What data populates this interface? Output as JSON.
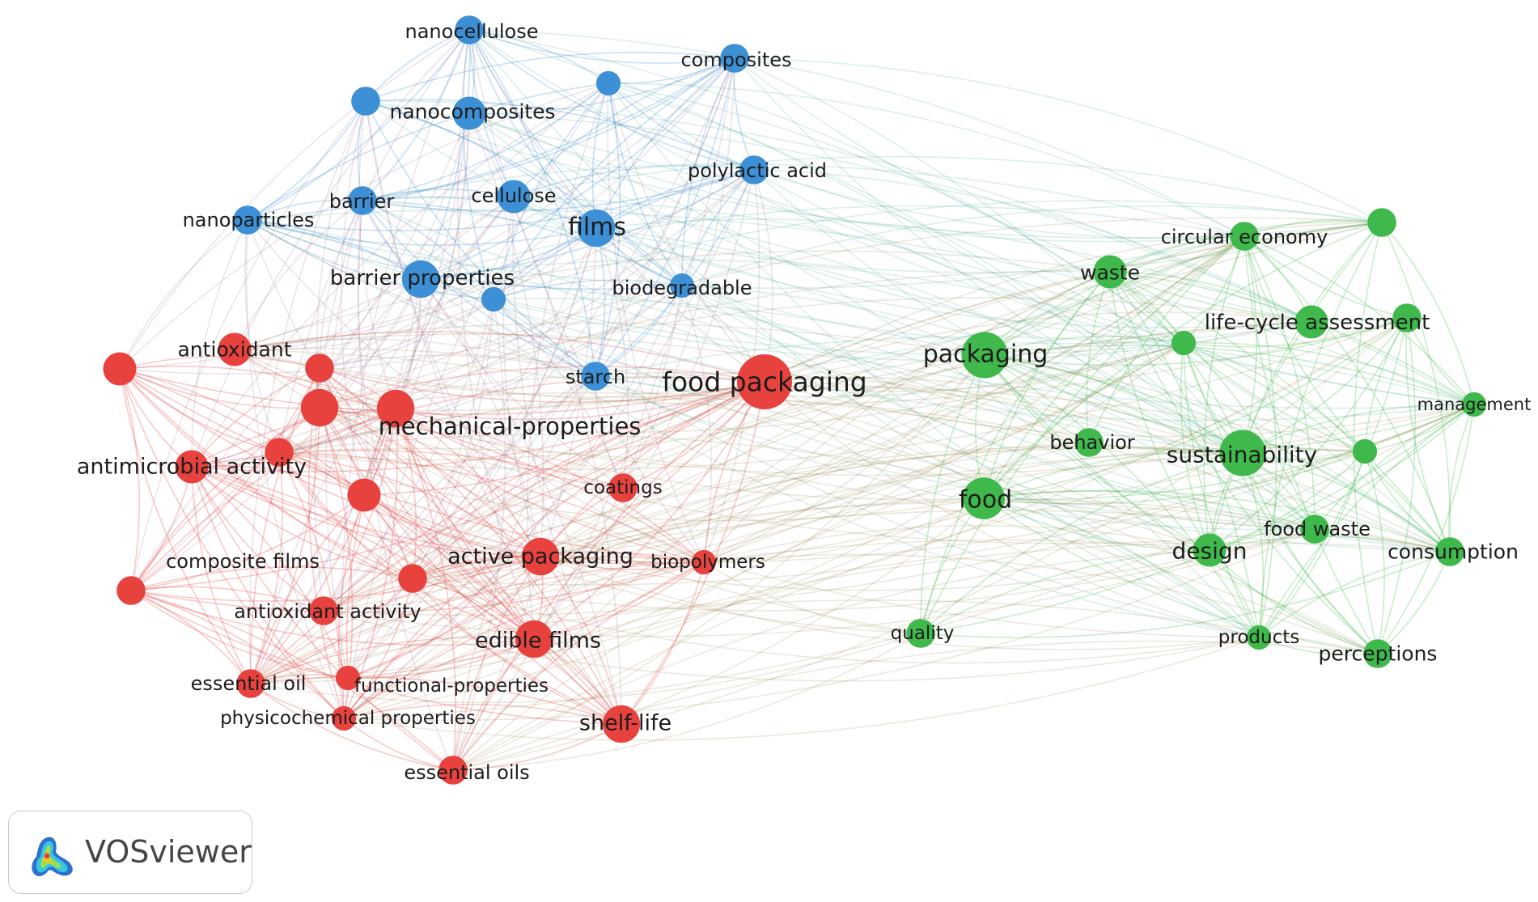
{
  "app": {
    "name": "VOSviewer",
    "logo_icon": "vosviewer-heatmap-logo-icon"
  },
  "colors": {
    "red": "#e8423f",
    "blue": "#3d8fd6",
    "green": "#3fb94b",
    "label": "#1c1c1c",
    "background": "#ffffff"
  },
  "network": {
    "clusters": [
      {
        "id": 1,
        "color": "red"
      },
      {
        "id": 2,
        "color": "green"
      },
      {
        "id": 3,
        "color": "blue"
      }
    ],
    "items": [
      {
        "label": "food packaging",
        "cluster": 1,
        "weight": 10
      },
      {
        "label": "mechanical-properties",
        "cluster": 1,
        "weight": 6
      },
      {
        "label": "antioxidant",
        "cluster": 1,
        "weight": 5
      },
      {
        "label": "antimicrobial activity",
        "cluster": 1,
        "weight": 5
      },
      {
        "label": "active packaging",
        "cluster": 1,
        "weight": 6
      },
      {
        "label": "coatings",
        "cluster": 1,
        "weight": 4
      },
      {
        "label": "biopolymers",
        "cluster": 1,
        "weight": 3
      },
      {
        "label": "composite films",
        "cluster": 1,
        "weight": 4
      },
      {
        "label": "antioxidant activity",
        "cluster": 1,
        "weight": 4
      },
      {
        "label": "edible films",
        "cluster": 1,
        "weight": 6
      },
      {
        "label": "essential oil",
        "cluster": 1,
        "weight": 4
      },
      {
        "label": "functional-properties",
        "cluster": 1,
        "weight": 3
      },
      {
        "label": "physicochemical properties",
        "cluster": 1,
        "weight": 3
      },
      {
        "label": "shelf-life",
        "cluster": 1,
        "weight": 6
      },
      {
        "label": "essential oils",
        "cluster": 1,
        "weight": 4
      },
      {
        "label": "",
        "cluster": 1,
        "weight": 5
      },
      {
        "label": "",
        "cluster": 1,
        "weight": 6
      },
      {
        "label": "",
        "cluster": 1,
        "weight": 4
      },
      {
        "label": "",
        "cluster": 1,
        "weight": 4
      },
      {
        "label": "",
        "cluster": 1,
        "weight": 5
      },
      {
        "label": "",
        "cluster": 1,
        "weight": 4
      },
      {
        "label": "nanocellulose",
        "cluster": 3,
        "weight": 4
      },
      {
        "label": "composites",
        "cluster": 3,
        "weight": 4
      },
      {
        "label": "nanocomposites",
        "cluster": 3,
        "weight": 5
      },
      {
        "label": "polylactic acid",
        "cluster": 3,
        "weight": 4
      },
      {
        "label": "barrier",
        "cluster": 3,
        "weight": 4
      },
      {
        "label": "cellulose",
        "cluster": 3,
        "weight": 5
      },
      {
        "label": "nanoparticles",
        "cluster": 3,
        "weight": 4
      },
      {
        "label": "films",
        "cluster": 3,
        "weight": 6
      },
      {
        "label": "barrier properties",
        "cluster": 3,
        "weight": 6
      },
      {
        "label": "biodegradable",
        "cluster": 3,
        "weight": 3
      },
      {
        "label": "starch",
        "cluster": 3,
        "weight": 4
      },
      {
        "label": "",
        "cluster": 3,
        "weight": 4
      },
      {
        "label": "",
        "cluster": 3,
        "weight": 3
      },
      {
        "label": "",
        "cluster": 3,
        "weight": 3
      },
      {
        "label": "circular economy",
        "cluster": 2,
        "weight": 4
      },
      {
        "label": "waste",
        "cluster": 2,
        "weight": 5
      },
      {
        "label": "life-cycle assessment",
        "cluster": 2,
        "weight": 5
      },
      {
        "label": "packaging",
        "cluster": 2,
        "weight": 8
      },
      {
        "label": "management",
        "cluster": 2,
        "weight": 3
      },
      {
        "label": "behavior",
        "cluster": 2,
        "weight": 4
      },
      {
        "label": "sustainability",
        "cluster": 2,
        "weight": 8
      },
      {
        "label": "food",
        "cluster": 2,
        "weight": 7
      },
      {
        "label": "food waste",
        "cluster": 2,
        "weight": 4
      },
      {
        "label": "design",
        "cluster": 2,
        "weight": 5
      },
      {
        "label": "consumption",
        "cluster": 2,
        "weight": 4
      },
      {
        "label": "quality",
        "cluster": 2,
        "weight": 4
      },
      {
        "label": "products",
        "cluster": 2,
        "weight": 3
      },
      {
        "label": "perceptions",
        "cluster": 2,
        "weight": 4
      },
      {
        "label": "",
        "cluster": 2,
        "weight": 4
      },
      {
        "label": "",
        "cluster": 2,
        "weight": 4
      },
      {
        "label": "",
        "cluster": 2,
        "weight": 3
      },
      {
        "label": "",
        "cluster": 2,
        "weight": 3
      }
    ]
  }
}
